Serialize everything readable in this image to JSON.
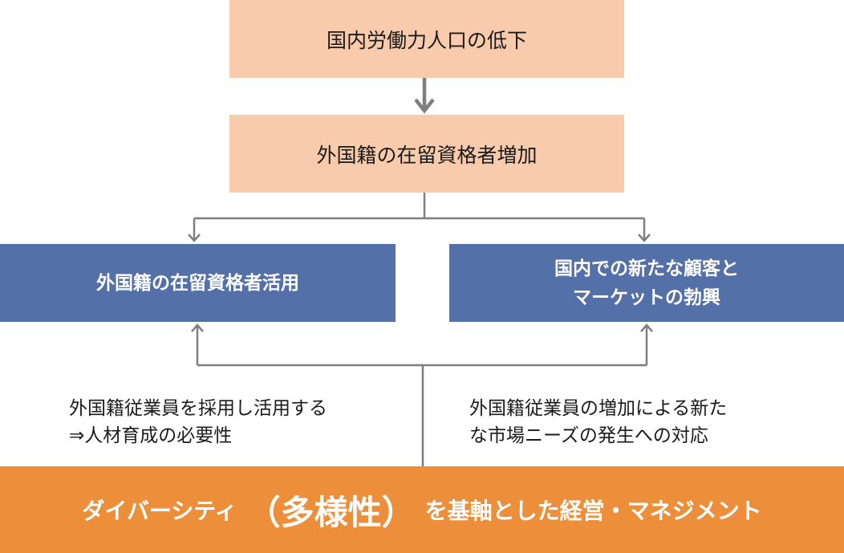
{
  "nodes": {
    "top": "国内労働力人口の低下",
    "second": "外国籍の在留資格者増加",
    "left": "外国籍の在留資格者活用",
    "right_line1": "国内での新たな顧客と",
    "right_line2": "マーケットの勃興",
    "bottom_pre": "ダイバーシティ",
    "bottom_big": "（多様性）",
    "bottom_post": "を基軸とした経営・マネジメント"
  },
  "notes": {
    "left_line1": "外国籍従業員を採用し活用する",
    "left_line2": "⇒人材育成の必要性",
    "right_line1": "外国籍従業員の増加による新た",
    "right_line2": "な市場ニーズの発生への対応"
  },
  "colors": {
    "peach": "#f8cbad",
    "blue": "#5470a8",
    "orange": "#ed8f3a",
    "connector": "#7f7f7f"
  }
}
